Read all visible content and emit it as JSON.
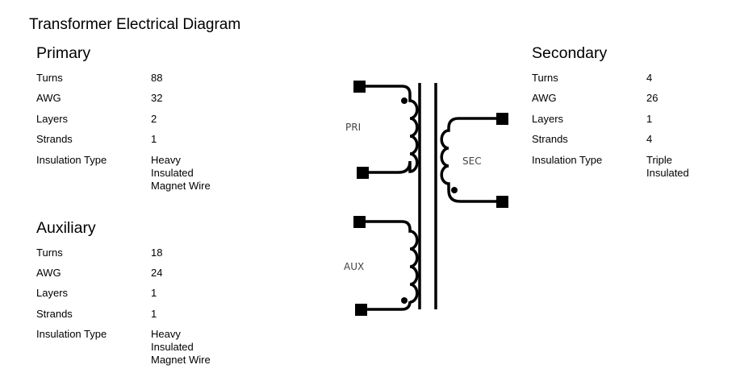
{
  "title": "Transformer Electrical Diagram",
  "primary": {
    "heading": "Primary",
    "rows": [
      {
        "label": "Turns",
        "value": "88"
      },
      {
        "label": "AWG",
        "value": "32"
      },
      {
        "label": "Layers",
        "value": "2"
      },
      {
        "label": "Strands",
        "value": "1"
      },
      {
        "label": "Insulation Type",
        "value": "Heavy\nInsulated\nMagnet Wire"
      }
    ]
  },
  "auxiliary": {
    "heading": "Auxiliary",
    "rows": [
      {
        "label": "Turns",
        "value": "18"
      },
      {
        "label": "AWG",
        "value": "24"
      },
      {
        "label": "Layers",
        "value": "1"
      },
      {
        "label": "Strands",
        "value": "1"
      },
      {
        "label": "Insulation Type",
        "value": "Heavy\nInsulated\nMagnet Wire"
      }
    ]
  },
  "secondary": {
    "heading": "Secondary",
    "rows": [
      {
        "label": "Turns",
        "value": "4"
      },
      {
        "label": "AWG",
        "value": "26"
      },
      {
        "label": "Layers",
        "value": "1"
      },
      {
        "label": "Strands",
        "value": "4"
      },
      {
        "label": "Insulation Type",
        "value": "Triple\nInsulated"
      }
    ]
  },
  "diagram": {
    "pri_label": "PRI",
    "sec_label": "SEC",
    "aux_label": "AUX"
  }
}
